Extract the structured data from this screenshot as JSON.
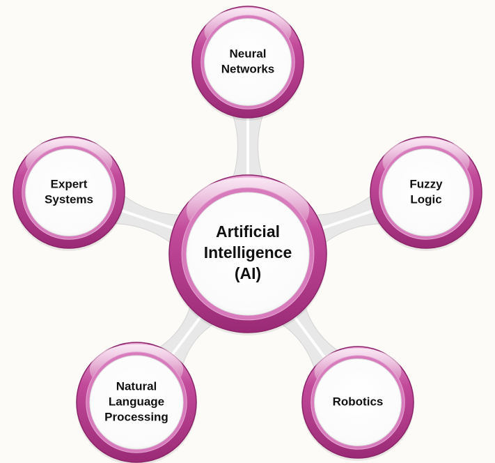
{
  "center": {
    "lines": [
      "Artificial",
      "Intelligence",
      "(AI)"
    ]
  },
  "nodes": [
    {
      "id": "neural-networks",
      "lines": [
        "Neural",
        "Networks"
      ]
    },
    {
      "id": "fuzzy-logic",
      "lines": [
        "Fuzzy",
        "Logic"
      ]
    },
    {
      "id": "robotics",
      "lines": [
        "Robotics"
      ]
    },
    {
      "id": "natural-language-processing",
      "lines": [
        "Natural",
        "Language",
        "Processing"
      ]
    },
    {
      "id": "expert-systems",
      "lines": [
        "Expert",
        "Systems"
      ]
    }
  ],
  "colors": {
    "ring": "#b83a8e",
    "ring_light": "#d77bbd",
    "ring_dark": "#8c2469",
    "inner": "#ffffff",
    "connector": "#e8e8e8",
    "background": "#fdfbf8"
  }
}
